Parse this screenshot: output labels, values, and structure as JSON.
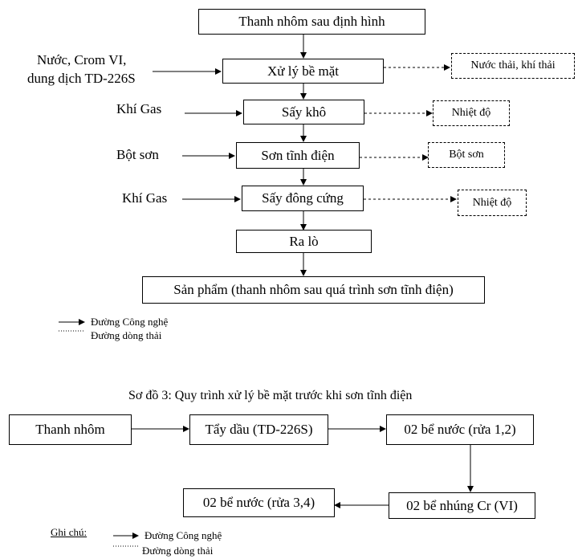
{
  "diagram1": {
    "boxes": {
      "profile": "Thanh nhôm sau định hình",
      "surface": "Xử lý bề mặt",
      "dry": "Sấy khô",
      "paint": "Sơn tĩnh điện",
      "cure": "Sấy đông cứng",
      "kiln": "Ra lò",
      "product": "Sản phẩm (thanh nhôm sau quá trình sơn tĩnh điện)"
    },
    "inputs": {
      "chem_line1": "Nước, Crom VI,",
      "chem_line2": "dung dịch TD-226S",
      "gas1": "Khí Gas",
      "powder": "Bột sơn",
      "gas2": "Khí Gas"
    },
    "outputs": {
      "waste": "Nước thải, khí thải",
      "heat1": "Nhiệt độ",
      "powder": "Bột sơn",
      "heat2": "Nhiệt độ"
    },
    "legend": {
      "process": "Đường Công nghệ",
      "waste": "Đường dòng thải"
    }
  },
  "diagram2": {
    "title": "Sơ đồ 3: Quy trình xử lý bề mặt trước khi sơn tĩnh điện",
    "boxes": {
      "bar": "Thanh nhôm",
      "degrease": "Tẩy dầu (TD-226S)",
      "rinse12": "02 bể nước (rửa 1,2)",
      "chrome": "02 bể nhúng Cr (VI)",
      "rinse34": "02 bể nước (rửa 3,4)"
    },
    "legend": {
      "note": "Ghi chú:",
      "process": "Đường Công nghệ",
      "waste": "Đường dòng thải"
    }
  }
}
